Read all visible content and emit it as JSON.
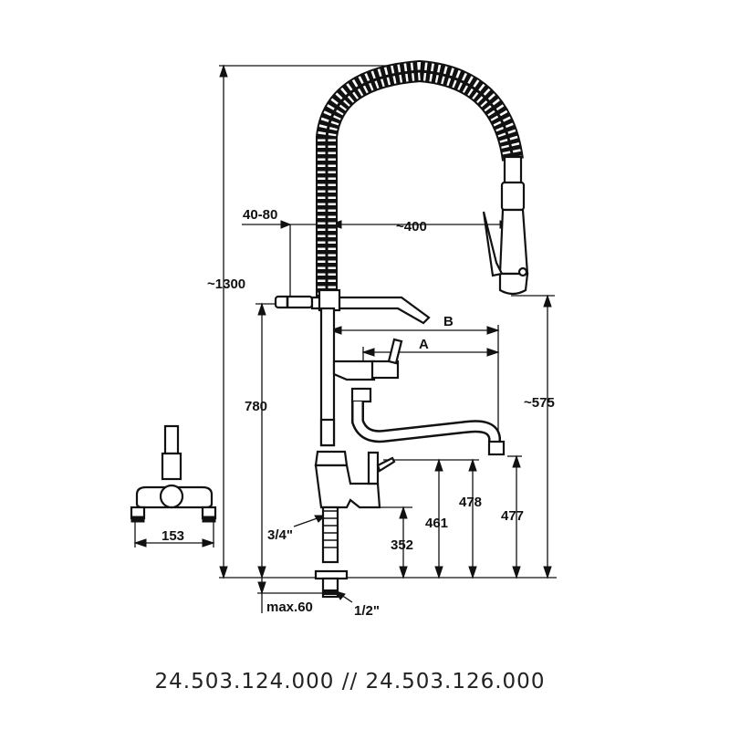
{
  "dimensions": {
    "total_height": "~1300",
    "deck_range": "40-80",
    "spray_reach": "~400",
    "reach_b": "B",
    "reach_a": "A",
    "height_780": "780",
    "height_575": "~575",
    "height_478": "478",
    "height_461": "461",
    "height_477": "477",
    "height_352": "352",
    "thread_inlet": "3/4\"",
    "thread_base": "1/2\"",
    "max_thickness": "max.60",
    "centers": "153"
  },
  "caption": "24.503.124.000 // 24.503.126.000"
}
